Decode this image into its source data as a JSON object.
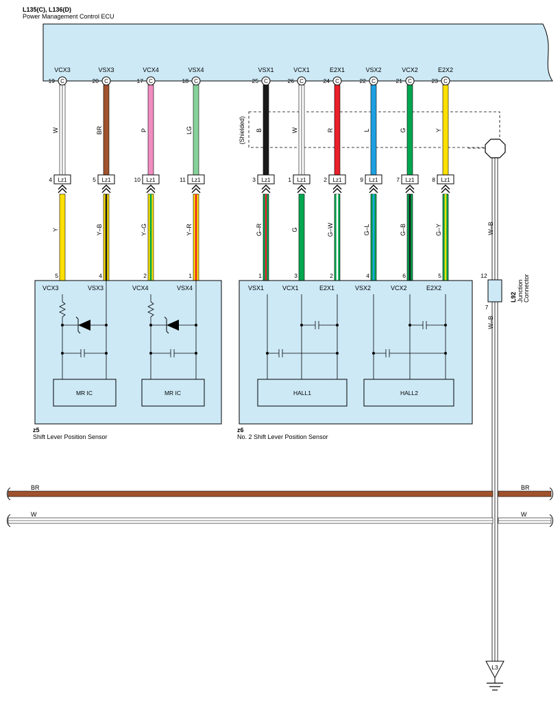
{
  "ecu": {
    "code": "L135(C), L136(D)",
    "name": "Power Management Control ECU",
    "pins": [
      {
        "signal": "VCX3",
        "pin": "19",
        "conn": "C"
      },
      {
        "signal": "VSX3",
        "pin": "20",
        "conn": "C"
      },
      {
        "signal": "VCX4",
        "pin": "17",
        "conn": "C"
      },
      {
        "signal": "VSX4",
        "pin": "18",
        "conn": "C"
      },
      {
        "signal": "VSX1",
        "pin": "25",
        "conn": "C"
      },
      {
        "signal": "VCX1",
        "pin": "26",
        "conn": "C"
      },
      {
        "signal": "E2X1",
        "pin": "24",
        "conn": "C"
      },
      {
        "signal": "VSX2",
        "pin": "22",
        "conn": "C"
      },
      {
        "signal": "VCX2",
        "pin": "21",
        "conn": "C"
      },
      {
        "signal": "E2X2",
        "pin": "23",
        "conn": "C"
      }
    ]
  },
  "upper_wires": [
    {
      "color_code": "W",
      "color": "#ffffff"
    },
    {
      "color_code": "BR",
      "color": "#a0522d"
    },
    {
      "color_code": "P",
      "color": "#f08cc0"
    },
    {
      "color_code": "LG",
      "color": "#86d29a"
    },
    {
      "color_code": "B",
      "color": "#1a1a1a"
    },
    {
      "color_code": "W",
      "color": "#ffffff"
    },
    {
      "color_code": "R",
      "color": "#e8202a"
    },
    {
      "color_code": "L",
      "color": "#1ea0e0"
    },
    {
      "color_code": "G",
      "color": "#00a650"
    },
    {
      "color_code": "Y",
      "color": "#ffe000"
    }
  ],
  "shield_label": "(Shielded)",
  "connectors": [
    {
      "pin": "4",
      "name": "Lz1"
    },
    {
      "pin": "5",
      "name": "Lz1"
    },
    {
      "pin": "10",
      "name": "Lz1"
    },
    {
      "pin": "11",
      "name": "Lz1"
    },
    {
      "pin": "3",
      "name": "Lz1"
    },
    {
      "pin": "1",
      "name": "Lz1"
    },
    {
      "pin": "2",
      "name": "Lz1"
    },
    {
      "pin": "9",
      "name": "Lz1"
    },
    {
      "pin": "7",
      "name": "Lz1"
    },
    {
      "pin": "8",
      "name": "Lz1"
    }
  ],
  "lower_wires": [
    {
      "color_code": "Y",
      "color": "#ffe000",
      "stripe": "#ffe000"
    },
    {
      "color_code": "Y–B",
      "color": "#ffe000",
      "stripe": "#1a1a1a"
    },
    {
      "color_code": "Y–G",
      "color": "#ffe000",
      "stripe": "#00a650"
    },
    {
      "color_code": "Y–R",
      "color": "#ffe000",
      "stripe": "#e8202a"
    },
    {
      "color_code": "G–R",
      "color": "#00a650",
      "stripe": "#e8202a"
    },
    {
      "color_code": "G",
      "color": "#00a650",
      "stripe": "#00a650"
    },
    {
      "color_code": "G–W",
      "color": "#00a650",
      "stripe": "#ffffff"
    },
    {
      "color_code": "G–L",
      "color": "#00a650",
      "stripe": "#1ea0e0"
    },
    {
      "color_code": "G–B",
      "color": "#00a650",
      "stripe": "#1a1a1a"
    },
    {
      "color_code": "G–Y",
      "color": "#00a650",
      "stripe": "#ffe000"
    }
  ],
  "sensor_pins": [
    "5",
    "4",
    "2",
    "1",
    "1",
    "3",
    "2",
    "4",
    "6",
    "5"
  ],
  "sensor_z5": {
    "code": "z5",
    "name": "Shift Lever Position Sensor",
    "terminals": [
      "VCX3",
      "VSX3",
      "VCX4",
      "VSX4"
    ],
    "ic_labels": [
      "MR IC",
      "MR IC"
    ]
  },
  "sensor_z6": {
    "code": "z6",
    "name": "No.  2 Shift Lever Position Sensor",
    "terminals": [
      "VSX1",
      "VCX1",
      "E2X1",
      "VSX2",
      "VCX2",
      "E2X2"
    ],
    "ic_labels": [
      "HALL1",
      "HALL2"
    ]
  },
  "ground_wire": {
    "upper_code": "W–B",
    "lower_code": "W–B",
    "junction_code": "L92",
    "junction_name_line1": "Junction",
    "junction_name_line2": "Connector",
    "junction_pin_top": "12",
    "junction_pin_bottom": "7",
    "ground_point": "L3"
  },
  "bus": {
    "br_label": "BR",
    "w_label": "W",
    "br_color": "#a0522d"
  },
  "colors": {
    "ecu_fill": "#cde9f6",
    "sensor_fill": "#cde9f6"
  }
}
